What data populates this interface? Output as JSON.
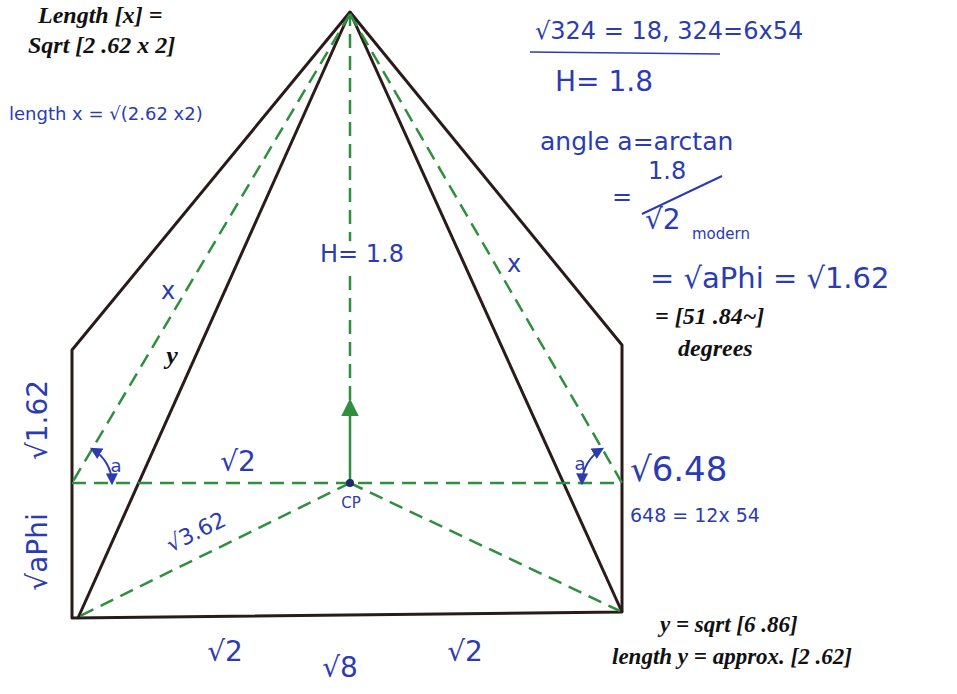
{
  "diagram": {
    "labels": [
      "Length [x] =",
      "Sqrt [2 .62 x 2]",
      "length x = √(2.62 x2)",
      "√324 = 18, 324=6x54",
      "H= 1.8",
      "angle a=arctan",
      "=",
      "1.8",
      "√2",
      "modern",
      "= √aPhi = √1.62",
      "= [51 .84~]",
      "degrees",
      "x",
      "y",
      "H= 1.8",
      "x",
      "a",
      "a",
      "√2",
      "√6.48",
      "648 = 12x 54",
      "√1.62",
      "√aPhi",
      "√3.62",
      "CP",
      "√2",
      "√8",
      "√2",
      "y = sqrt [6 .86]",
      "length y = approx. [2 .62]"
    ]
  }
}
